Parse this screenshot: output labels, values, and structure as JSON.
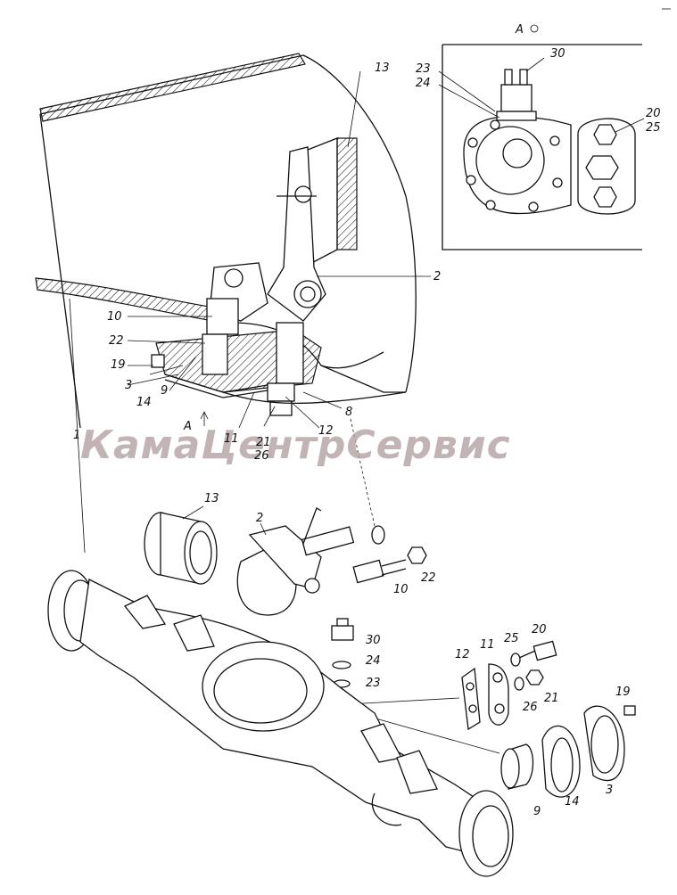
{
  "view_label": "А",
  "section_label": "А",
  "watermark": "КамаЦентрСервис",
  "callouts": {
    "c13_top": "13",
    "c2_top": "2",
    "c10_top": "10",
    "c22_top": "22",
    "c19_top": "19",
    "c3_top": "3",
    "c14_top": "14",
    "c9_top": "9",
    "c11_top": "11",
    "c21_top": "21",
    "c26_top": "26",
    "c12_top": "12",
    "c8_top": "8",
    "c1": "1",
    "c23_inset": "23",
    "c24_inset": "24",
    "c30_inset": "30",
    "c20_inset": "20",
    "c25_inset": "25",
    "c13_exp": "13",
    "c2_exp": "2",
    "c10_exp": "10",
    "c22_exp": "22",
    "c30_exp": "30",
    "c24_exp": "24",
    "c23_exp": "23",
    "c12_exp": "12",
    "c11_exp": "11",
    "c25_exp": "25",
    "c20_exp": "20",
    "c26_exp": "26",
    "c21_exp": "21",
    "c19_exp": "19",
    "c9_exp": "9",
    "c14_exp": "14",
    "c3_exp": "3"
  }
}
